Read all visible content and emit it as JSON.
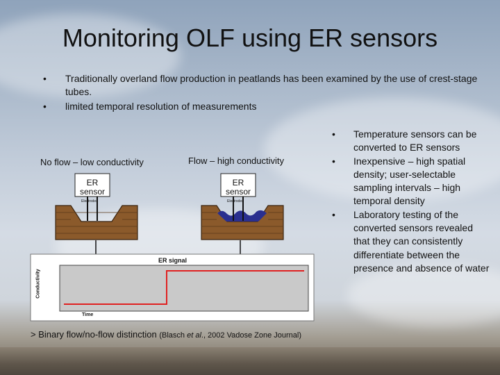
{
  "slide": {
    "title": "Monitoring OLF using ER sensors",
    "top_bullets": [
      "Traditionally overland flow production in peatlands has been examined by the use of crest-stage tubes.",
      "limited temporal resolution of measurements"
    ],
    "right_bullets": [
      "Temperature sensors can be converted to ER sensors",
      "Inexpensive – high spatial density; user-selectable sampling intervals – high temporal density",
      "Laboratory testing of the converted sensors revealed that they can consistently differentiate between the presence and absence of water"
    ],
    "bullet_glyph": "•"
  },
  "diagram": {
    "left_caption": "No flow – low conductivity",
    "right_caption": "Flow – high conductivity",
    "sensor_label_line1": "ER",
    "sensor_label_line2": "sensor",
    "electrodes_label": "Electrodes",
    "signal_title": "ER signal",
    "y_axis_label": "Conductivity",
    "x_axis_label": "Time",
    "colors": {
      "signal_line": "#e02020",
      "water": "#2a2f8f",
      "soil": "#8b5a2b",
      "panel_bg": "#c9c9c9"
    },
    "signal_levels": {
      "low": "no flow",
      "high": "flow"
    }
  },
  "citation": {
    "main": "> Binary flow/no-flow distinction ",
    "ref_a": "(Blasch ",
    "ref_etal": "et al",
    "ref_b": "., 2002 Vadose Zone Journal)"
  }
}
